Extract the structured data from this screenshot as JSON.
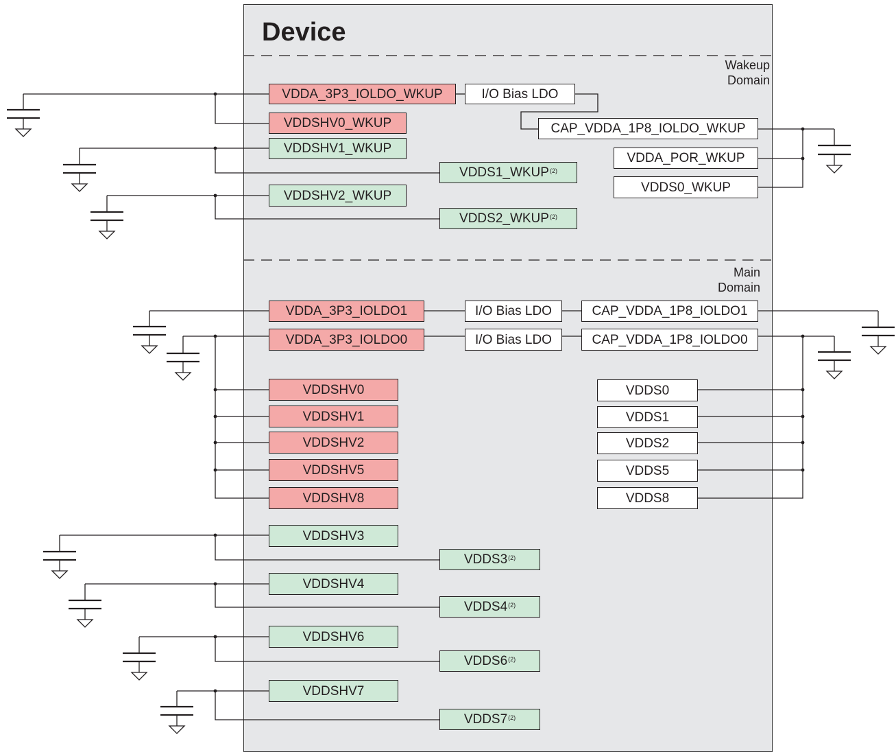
{
  "title": "Device",
  "domains": {
    "wakeup": "Wakeup\nDomain",
    "main": "Main\nDomain"
  },
  "colors": {
    "red_fill": "#f4a9a8",
    "green_fill": "#cfe9d7",
    "white_fill": "#ffffff",
    "device_bg": "#e6e7e9",
    "line": "#231f20"
  },
  "pins": {
    "vdda_3p3_ioldo_wkup": "VDDA_3P3_IOLDO_WKUP",
    "io_bias_ldo_wkup": "I/O Bias LDO",
    "vddshv0_wkup": "VDDSHV0_WKUP",
    "cap_vdda_1p8_ioldo_wkup": "CAP_VDDA_1P8_IOLDO_WKUP",
    "vddshv1_wkup": "VDDSHV1_WKUP",
    "vdda_por_wkup": "VDDA_POR_WKUP",
    "vdds1_wkup": "VDDS1_WKUP",
    "vdds0_wkup": "VDDS0_WKUP",
    "vddshv2_wkup": "VDDSHV2_WKUP",
    "vdds2_wkup": "VDDS2_WKUP",
    "vdda_3p3_ioldo1": "VDDA_3P3_IOLDO1",
    "io_bias_ldo_1": "I/O Bias LDO",
    "cap_vdda_1p8_ioldo1": "CAP_VDDA_1P8_IOLDO1",
    "vdda_3p3_ioldo0": "VDDA_3P3_IOLDO0",
    "io_bias_ldo_0": "I/O Bias LDO",
    "cap_vdda_1p8_ioldo0": "CAP_VDDA_1P8_IOLDO0",
    "vddshv0": "VDDSHV0",
    "vddshv1": "VDDSHV1",
    "vddshv2": "VDDSHV2",
    "vddshv5": "VDDSHV5",
    "vddshv8": "VDDSHV8",
    "vdds0": "VDDS0",
    "vdds1": "VDDS1",
    "vdds2": "VDDS2",
    "vdds5": "VDDS5",
    "vdds8": "VDDS8",
    "vddshv3": "VDDSHV3",
    "vdds3": "VDDS3",
    "vddshv4": "VDDSHV4",
    "vdds4": "VDDS4",
    "vddshv6": "VDDSHV6",
    "vdds6": "VDDS6",
    "vddshv7": "VDDSHV7",
    "vdds7": "VDDS7"
  },
  "footnote_mark": "(2)"
}
